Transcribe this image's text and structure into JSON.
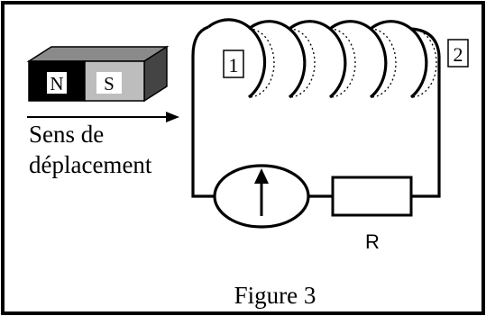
{
  "magnet": {
    "north_label": "N",
    "south_label": "S"
  },
  "direction": {
    "line1": "Sens de",
    "line2": "déplacement"
  },
  "coil": {
    "end1_label": "1",
    "end2_label": "2"
  },
  "resistor": {
    "label": "R"
  },
  "caption": "Figure 3",
  "colors": {
    "ink": "#000000",
    "magnet_north": "#000000",
    "magnet_south": "#bdbdbd",
    "magnet_top": "#7a7a7a",
    "magnet_side": "#444444",
    "background": "#ffffff"
  }
}
